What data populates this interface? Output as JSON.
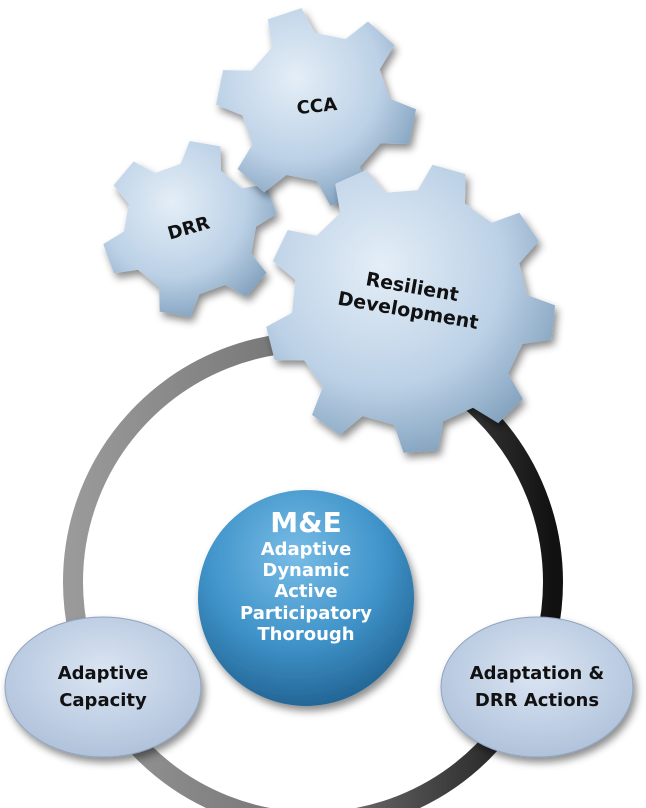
{
  "gears": {
    "cca": "CCA",
    "drr": "DRR",
    "resilient_line1": "Resilient",
    "resilient_line2": "Development"
  },
  "center": {
    "title": "M&E",
    "lines": [
      "Adaptive",
      "Dynamic",
      "Active",
      "Participatory",
      "Thorough"
    ]
  },
  "nodes": {
    "left_line1": "Adaptive",
    "left_line2": "Capacity",
    "right_line1": "Adaptation &",
    "right_line2": "DRR Actions"
  },
  "colors": {
    "gear_light": "#d8e6f2",
    "gear_dark": "#7f9fbc",
    "center_light": "#6fb3de",
    "center_dark": "#2f7fb5",
    "ring_gray": "#8a8a8a",
    "ring_black": "#1a1a1a",
    "node_fill": "#c9d7ea"
  }
}
